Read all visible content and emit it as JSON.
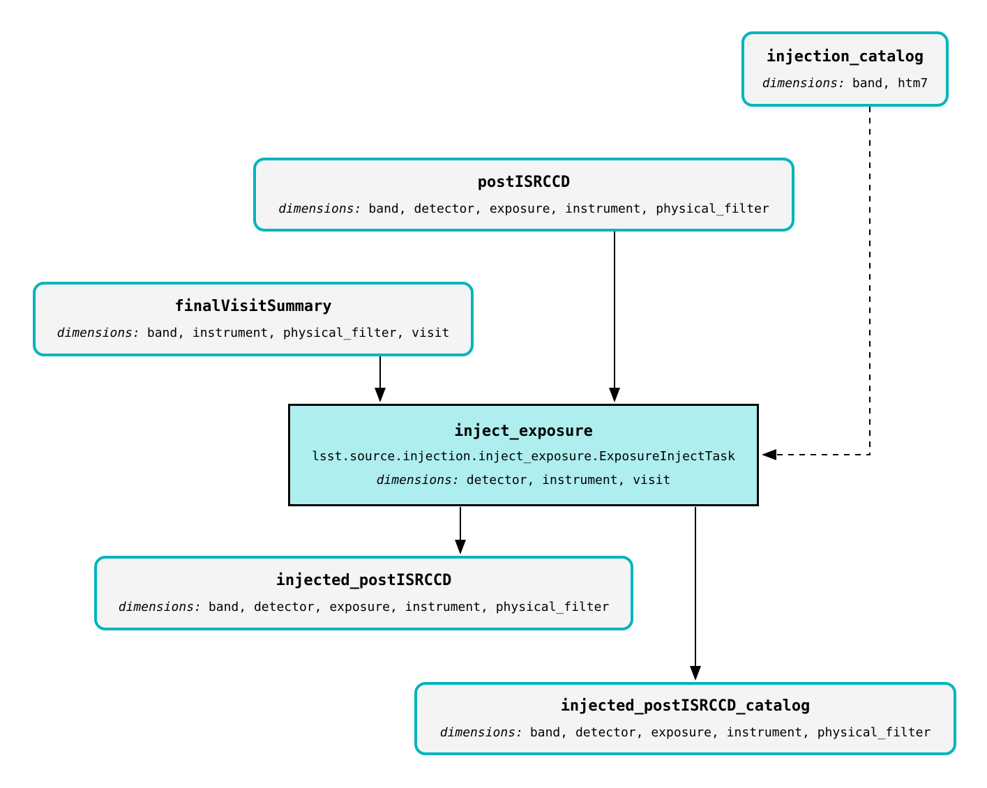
{
  "diagram": {
    "type": "pipeline-task-graph",
    "colors": {
      "dataset_border": "#00b5bd",
      "dataset_fill": "#f4f4f4",
      "task_fill": "#afeeee",
      "task_border": "#000000",
      "edge": "#000000",
      "background": "#ffffff"
    }
  },
  "labels": {
    "dimensions": "dimensions:"
  },
  "nodes": [
    {
      "id": "injection_catalog",
      "type": "dataset",
      "title": "injection_catalog",
      "dimensions": "band, htm7"
    },
    {
      "id": "postISRCCD",
      "type": "dataset",
      "title": "postISRCCD",
      "dimensions": "band, detector, exposure, instrument, physical_filter"
    },
    {
      "id": "finalVisitSummary",
      "type": "dataset",
      "title": "finalVisitSummary",
      "dimensions": "band, instrument, physical_filter, visit"
    },
    {
      "id": "inject_exposure",
      "type": "task",
      "title": "inject_exposure",
      "task_class": "lsst.source.injection.inject_exposure.ExposureInjectTask",
      "dimensions": "detector, instrument, visit"
    },
    {
      "id": "injected_postISRCCD",
      "type": "dataset",
      "title": "injected_postISRCCD",
      "dimensions": "band, detector, exposure, instrument, physical_filter"
    },
    {
      "id": "injected_postISRCCD_catalog",
      "type": "dataset",
      "title": "injected_postISRCCD_catalog",
      "dimensions": "band, detector, exposure, instrument, physical_filter"
    }
  ],
  "edges": [
    {
      "from": "postISRCCD",
      "to": "inject_exposure",
      "style": "solid"
    },
    {
      "from": "finalVisitSummary",
      "to": "inject_exposure",
      "style": "solid"
    },
    {
      "from": "injection_catalog",
      "to": "inject_exposure",
      "style": "dashed"
    },
    {
      "from": "inject_exposure",
      "to": "injected_postISRCCD",
      "style": "solid"
    },
    {
      "from": "inject_exposure",
      "to": "injected_postISRCCD_catalog",
      "style": "solid"
    }
  ]
}
